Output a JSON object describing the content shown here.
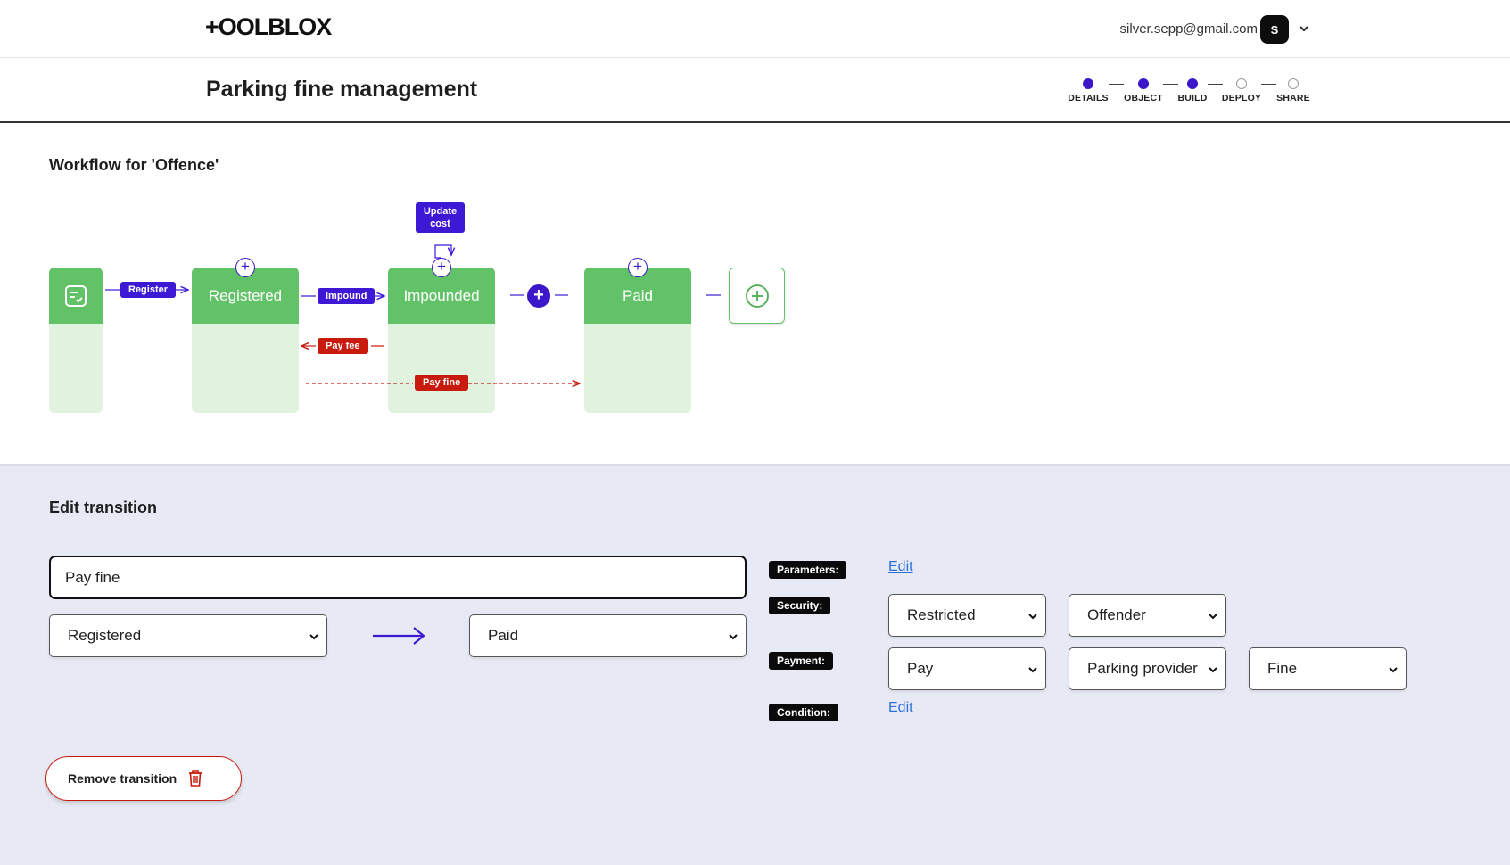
{
  "header": {
    "logo": "+OOLBLOX",
    "user_email": "silver.sepp@gmail.com",
    "avatar_initial": "S"
  },
  "title_bar": {
    "page_title": "Parking fine management",
    "steps": [
      {
        "label": "DETAILS",
        "done": true
      },
      {
        "label": "OBJECT",
        "done": true
      },
      {
        "label": "BUILD",
        "done": true
      },
      {
        "label": "DEPLOY",
        "done": false
      },
      {
        "label": "SHARE",
        "done": false
      }
    ]
  },
  "workflow": {
    "title": "Workflow for 'Offence'",
    "states": [
      "Registered",
      "Impounded",
      "Paid"
    ],
    "transitions": {
      "register": "Register",
      "impound": "Impound",
      "update_cost": "Update cost",
      "pay_fee": "Pay fee",
      "pay_fine": "Pay fine"
    }
  },
  "edit_transition": {
    "title": "Edit transition",
    "name_value": "Pay fine",
    "from_state": "Registered",
    "to_state": "Paid",
    "labels": {
      "parameters": "Parameters:",
      "security": "Security:",
      "payment": "Payment:",
      "condition": "Condition:"
    },
    "edit_link": "Edit",
    "security_type": "Restricted",
    "security_role": "Offender",
    "payment_type": "Pay",
    "payment_recipient": "Parking provider",
    "payment_amount": "Fine",
    "remove_label": "Remove transition"
  },
  "colors": {
    "accent": "#3d19d6",
    "danger": "#c81b0d",
    "state_head": "#62c267",
    "state_body": "#e1f2df",
    "panel_bg": "#e7eaf4"
  }
}
